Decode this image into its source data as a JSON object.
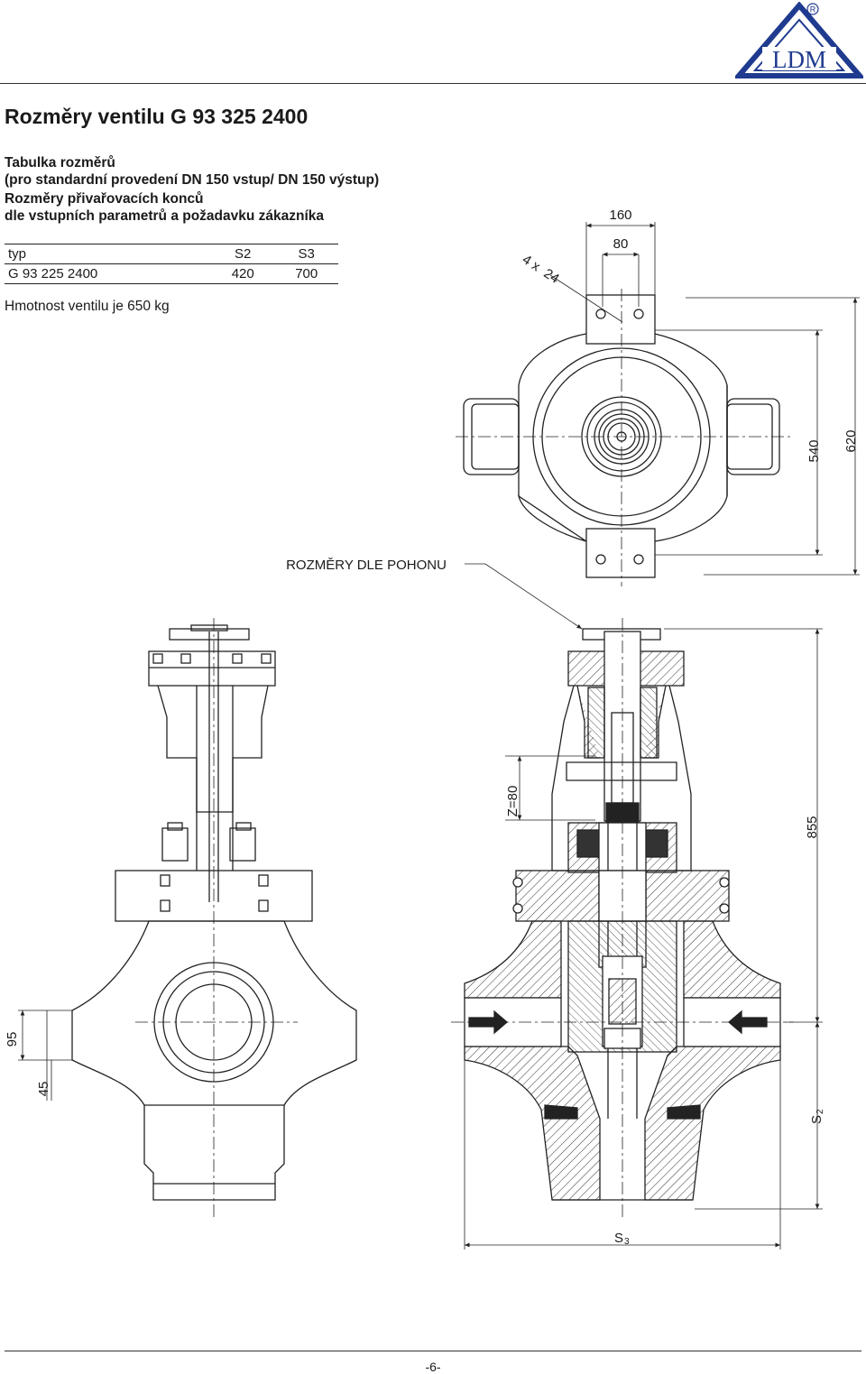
{
  "header": {
    "logo_text": "LDM",
    "registered_mark": "®"
  },
  "title": "Rozměry ventilu G 93 325 2400",
  "info": {
    "line1": "Tabulka rozměrů",
    "line2": "(pro standardní provedení DN 150 vstup/ DN 150 výstup)",
    "line3": "Rozměry přivařovacích konců",
    "line4": "dle vstupních parametrů a požadavku zákazníka"
  },
  "table": {
    "headers": [
      "typ",
      "S2",
      "S3"
    ],
    "rows": [
      [
        "G 93 225 2400",
        "420",
        "700"
      ]
    ]
  },
  "weight_note": "Hmotnost ventilu je 650 kg",
  "drawing": {
    "dim_160": "160",
    "dim_80": "80",
    "dim_holes": "4 x  24",
    "dim_540": "540",
    "dim_620": "620",
    "actuator_note": "ROZMĚRY DLE POHONU",
    "dim_z": "Z=80",
    "dim_855": "855",
    "dim_95": "95",
    "dim_45": "45",
    "dim_s2_main": "S",
    "dim_s2_sub": "2",
    "dim_s3_main": "S",
    "dim_s3_sub": "3"
  },
  "footer": {
    "page_number": "-6-"
  }
}
